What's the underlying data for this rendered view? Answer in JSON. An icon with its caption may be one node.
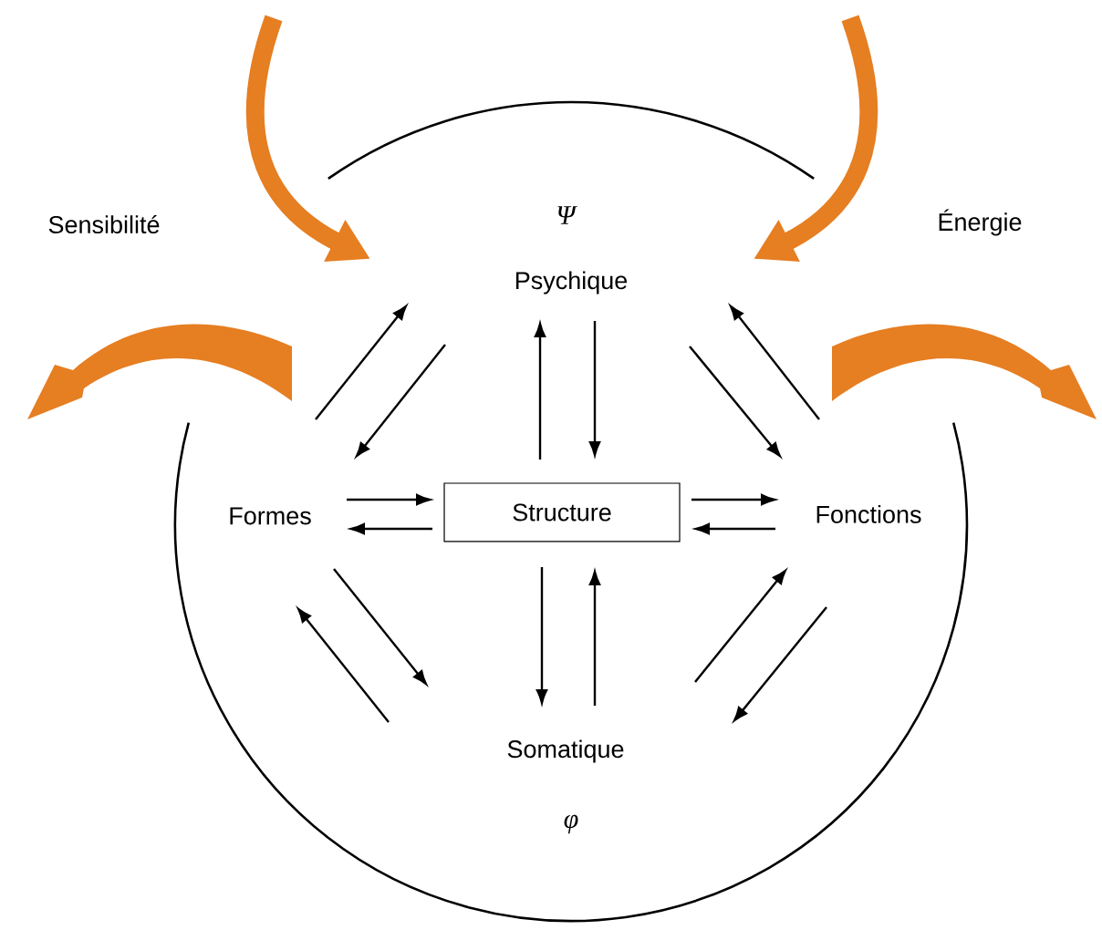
{
  "diagram": {
    "nodes": [
      {
        "text": [
          "Psychique"
        ],
        "beside": [
          "Ψ"
        ]
      },
      {
        "text": [
          "Formes"
        ]
      },
      {
        "text": [
          "Structure"
        ]
      },
      {
        "text": [
          "Fonctions"
        ]
      },
      {
        "text": [
          "Somatique"
        ],
        "beside": [
          "φ"
        ]
      }
    ],
    "edges": [
      {
        "from": 1,
        "to": 0,
        "arrow": "to"
      },
      {
        "from": 0,
        "to": 1,
        "arrow": "to"
      },
      {
        "from": 2,
        "to": 0,
        "arrow": "to"
      },
      {
        "from": 0,
        "to": 2,
        "arrow": "to"
      },
      {
        "from": 0,
        "to": 3,
        "arrow": "to"
      },
      {
        "from": 3,
        "to": 0,
        "arrow": "to"
      },
      {
        "from": 1,
        "to": 2,
        "arrow": "to"
      },
      {
        "from": 2,
        "to": 1,
        "arrow": "to"
      },
      {
        "from": 2,
        "to": 3,
        "arrow": "to"
      },
      {
        "from": 3,
        "to": 2,
        "arrow": "to"
      },
      {
        "from": 1,
        "to": 4,
        "arrow": "to"
      },
      {
        "from": 4,
        "to": 1,
        "arrow": "to"
      },
      {
        "from": 2,
        "to": 4,
        "arrow": "to"
      },
      {
        "from": 4,
        "to": 2,
        "arrow": "to"
      },
      {
        "from": 4,
        "to": 3,
        "arrow": "to"
      },
      {
        "from": 3,
        "to": 4,
        "arrow": "to"
      },
      {
        "from": null,
        "to": 0,
        "arrow": "to",
        "style": "thick",
        "color": "#e67e22"
      },
      {
        "from": null,
        "to": 0,
        "arrow": "to",
        "style": "thick",
        "color": "#e67e22"
      }
    ],
    "labels": [
      "Sensibilité",
      "Énergie"
    ]
  }
}
